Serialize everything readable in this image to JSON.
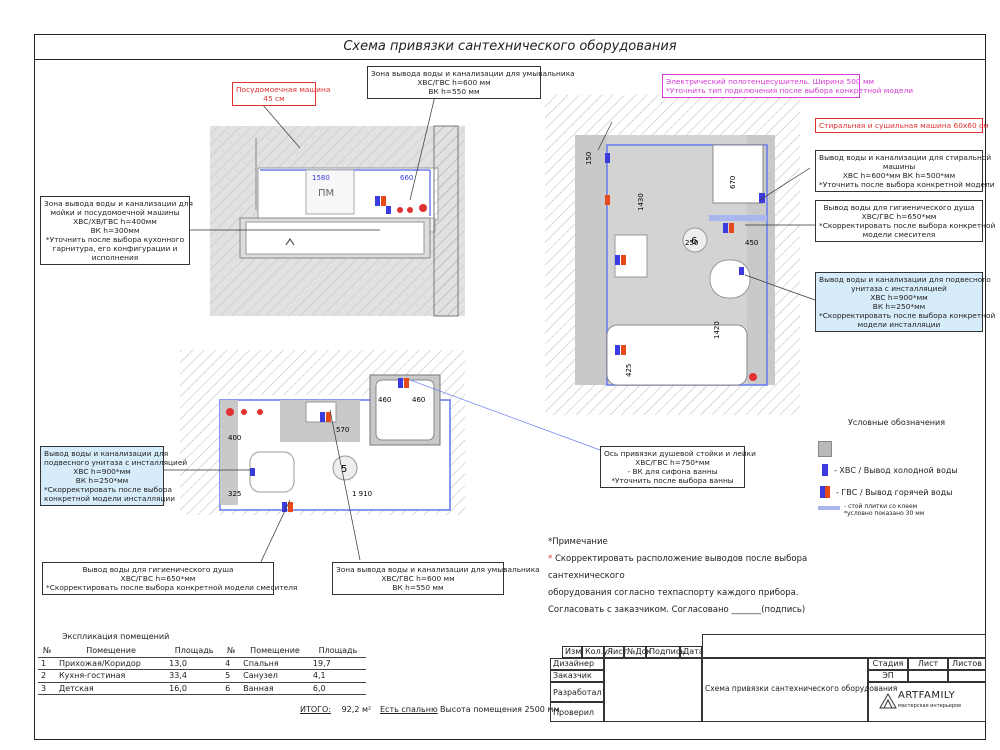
{
  "title": "Схема привязки сантехнического оборудования",
  "plans": {
    "kitchen": {
      "pm_label": "ПМ",
      "dims": [
        "1580",
        "660"
      ],
      "note_dishwasher": [
        "Посудомоечная машина",
        "45 см"
      ],
      "note_sink_top": [
        "Зона вывода воды и канализации для умывальника",
        "ХВС/ГВС h=600 мм",
        "ВК h=550 мм"
      ],
      "note_sink_left": [
        "Зона вывода воды и канализации для",
        "мойки и посудомоечной машины",
        "ХВС/ХВ/ГВС h=400мм",
        "ВК h=300мм",
        "*Уточнить после выбора кухонного",
        "гарнитура, его конфигурации и",
        "исполнения"
      ]
    },
    "bath5": {
      "room_number": "5",
      "dims": [
        "460",
        "460",
        "570",
        "400",
        "325",
        "1 910"
      ],
      "note_toilet": [
        "Вывод воды и канализации для",
        "подвесного унитаза с инсталляцией",
        "ХВС h=900*мм",
        "ВК h=250*мм",
        "*Скорректировать после выбора",
        "конкретной модели инсталляции"
      ],
      "note_shower": [
        "Вывод воды для гигиенического душа",
        "ХВС/ГВС h=650*мм",
        "*Скорректировать после выбора конкретной модели смесителя"
      ],
      "note_sink": [
        "Зона вывода воды и канализации для умывальника",
        "ХВС/ГВС h=600 мм",
        "ВК h=550 мм"
      ],
      "note_bath": [
        "Ось привязки душевой стойки и лейки",
        "ХВС/ГВС h=750*мм",
        "- ВК для сифона ванны",
        "*Уточнить после выбора ванны"
      ]
    },
    "bath6": {
      "room_number": "6",
      "dims": [
        "150",
        "1430",
        "670",
        "250",
        "450",
        "1420",
        "425"
      ],
      "note_towel": [
        "Электрический полотенцесушитель. Ширина 500 мм",
        "*Уточнить тип подключения после выбора конкретной модели"
      ],
      "note_washer": [
        "Стиральная и сушильная машина 60х60 см"
      ],
      "note_washer_out": [
        "Вывод воды и канализации для стиральной",
        "машины",
        "ХВС h=600*мм    ВК h=500*мм",
        "*Уточнить после выбора конкретной модели"
      ],
      "note_hyg": [
        "Вывод воды для гигиенического душа",
        "ХВС/ГВС h=650*мм",
        "*Скорректировать после выбора конкретной",
        "модели смесителя"
      ],
      "note_toilet": [
        "Вывод воды и канализации для подвесного",
        "унитаза с инсталляцией",
        "ХВС h=900*мм",
        "ВК h=250*мм",
        "*Скорректировать после выбора конкретной",
        "модели инсталляции"
      ]
    }
  },
  "legend": {
    "title": "Условные обозначения",
    "items": [
      {
        "label": "",
        "color": "#b8b8b8"
      },
      {
        "label": "- ХВС / Вывод холодной воды",
        "color": "#3b3bdf"
      },
      {
        "label": "- ГВС / Вывод горячей воды",
        "color": "#e64a19"
      },
      {
        "label": "- стой плитки со клеем",
        "sub": "*условно показано 30 мм",
        "color": "#aab6ee"
      }
    ]
  },
  "remarks": {
    "heading": "*Примечание",
    "line1": "Скорректировать расположение выводов после выбора сантехнического",
    "line2": "оборудования согласно техпаспорту каждого прибора.",
    "line3": "Согласовать с заказчиком. Согласовано _______(подпись)"
  },
  "explication": {
    "title": "Экспликация помещений",
    "headers": [
      "№",
      "Помещение",
      "Площадь",
      "№",
      "Помещение",
      "Площадь"
    ],
    "rows": [
      [
        "1",
        "Прихожая/Коридор",
        "13,0",
        "4",
        "Спальня",
        "19,7"
      ],
      [
        "2",
        "Кухня-гостиная",
        "33,4",
        "5",
        "Санузел",
        "4,1"
      ],
      [
        "3",
        "Детская",
        "16,0",
        "6",
        "Ванная",
        "6,0"
      ]
    ],
    "total_label": "ИТОГО:",
    "total_value": "92,2 м²",
    "balcony": "Есть спальню",
    "height": "Высота помещения 2500 мм"
  },
  "stamp": {
    "header_cells": [
      "Изм",
      "Кол.уч",
      "Лист",
      "№Док",
      "Подпись",
      "Дата"
    ],
    "roles": [
      "Дизайнер",
      "Заказчик",
      "Разработал",
      "Проверил"
    ],
    "stage_label": "Стадия",
    "sheet_label": "Лист",
    "sheets_label": "Листов",
    "stage_value": "ЭП",
    "doc_title": "Схема привязки сантехнического оборудования",
    "brand": "ARTFAMILY",
    "brand_sub": "мастерская интерьеров"
  }
}
